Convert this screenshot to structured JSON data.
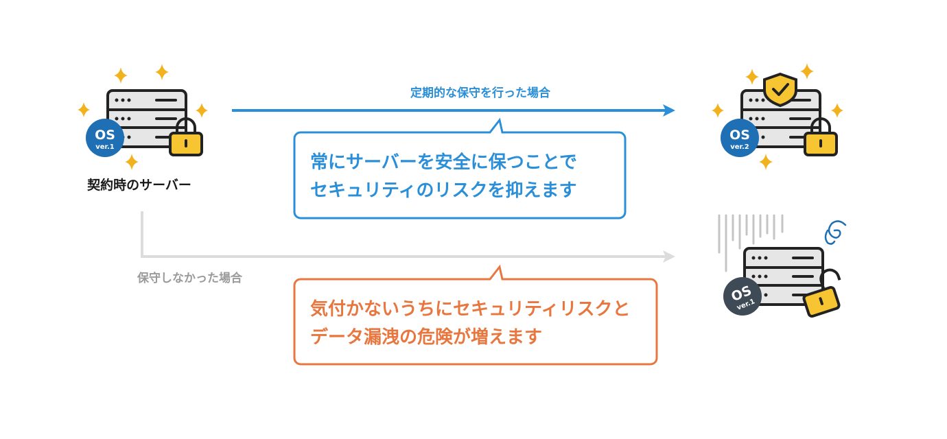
{
  "left_server": {
    "caption": "契約時のサーバー",
    "os_label": "OS",
    "os_version": "ver.1"
  },
  "top_path": {
    "label": "定期的な保守を行った場合",
    "bubble_line1": "常にサーバーを安全に保つことで",
    "bubble_line2": "セキュリティのリスクを抑えます",
    "server_os_label": "OS",
    "server_os_version": "ver.2"
  },
  "bottom_path": {
    "label": "保守しなかった場合",
    "bubble_line1": "気付かないうちにセキュリティリスクと",
    "bubble_line2": "データ漏洩の危険が増えます",
    "server_os_label": "OS",
    "server_os_version": "ver.1"
  },
  "colors": {
    "blue": "#2a8fd8",
    "os_blue": "#1f6fb5",
    "orange": "#e8773f",
    "gray": "#d9d9d9",
    "lock_yellow": "#f7c531",
    "os_dark": "#3e4a56"
  },
  "icons": [
    "sparkle-icon",
    "server-icon",
    "lock-icon",
    "shield-check-icon",
    "open-lock-icon",
    "dizzy-spiral-icon"
  ]
}
